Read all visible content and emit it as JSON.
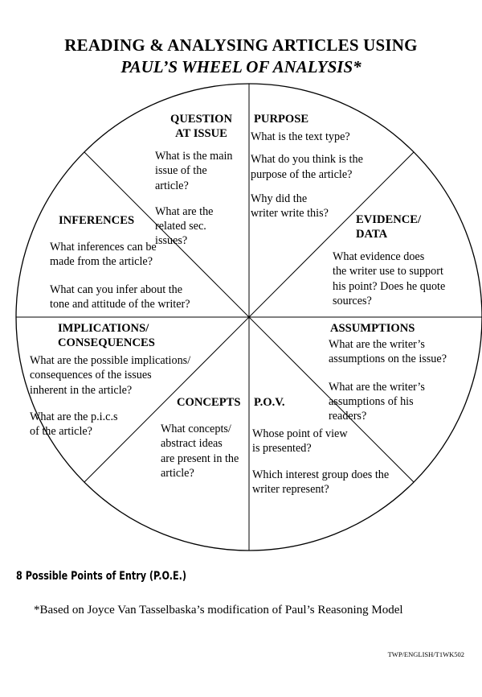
{
  "title_line1": "READING & ANALYSING ARTICLES USING",
  "title_line2": "PAUL’S WHEEL OF ANALYSIS*",
  "sections": {
    "question": {
      "label": [
        "QUESTION",
        "AT ISSUE"
      ],
      "prompts": [
        "What is the main",
        "issue of the",
        "article?",
        "What are the",
        "related sec.",
        "issues?"
      ]
    },
    "purpose": {
      "label": [
        "PURPOSE"
      ],
      "prompts": [
        "What is the text type?",
        "What do you think is the",
        "purpose of the article?",
        "Why did the",
        "writer write this?"
      ]
    },
    "evidence": {
      "label": [
        "EVIDENCE/",
        "DATA"
      ],
      "prompts": [
        "What evidence does",
        "the writer use to support",
        "his point?  Does he quote",
        "sources?"
      ]
    },
    "assumptions": {
      "label": [
        "ASSUMPTIONS"
      ],
      "prompts": [
        "What are the writer’s",
        "assumptions on the issue?",
        "What are the writer’s",
        "assumptions of his",
        "readers?"
      ]
    },
    "pov": {
      "label": [
        "P.O.V."
      ],
      "prompts": [
        "Whose point of view",
        "is presented?",
        "Which interest group does the",
        "writer represent?"
      ]
    },
    "concepts": {
      "label": [
        "CONCEPTS"
      ],
      "prompts": [
        "What concepts/",
        "abstract ideas",
        "are present in the",
        "article?"
      ]
    },
    "implications": {
      "label": [
        "IMPLICATIONS/",
        "CONSEQUENCES"
      ],
      "prompts": [
        "What are the possible implications/",
        "consequences of the issues",
        "inherent in the article?",
        "What are the p.i.c.s",
        "of the article?"
      ]
    },
    "inferences": {
      "label": [
        "INFERENCES"
      ],
      "prompts": [
        "What inferences can be",
        "made from the article?",
        "What can you infer about the",
        "tone and attitude of the writer?"
      ]
    }
  },
  "poe_heading": "8 Possible Points of Entry (P.O.E.)",
  "footnote": "*Based on Joyce Van Tasselbaska’s modification of Paul’s Reasoning Model",
  "doc_code": "TWP/ENGLISH/T1WK502"
}
